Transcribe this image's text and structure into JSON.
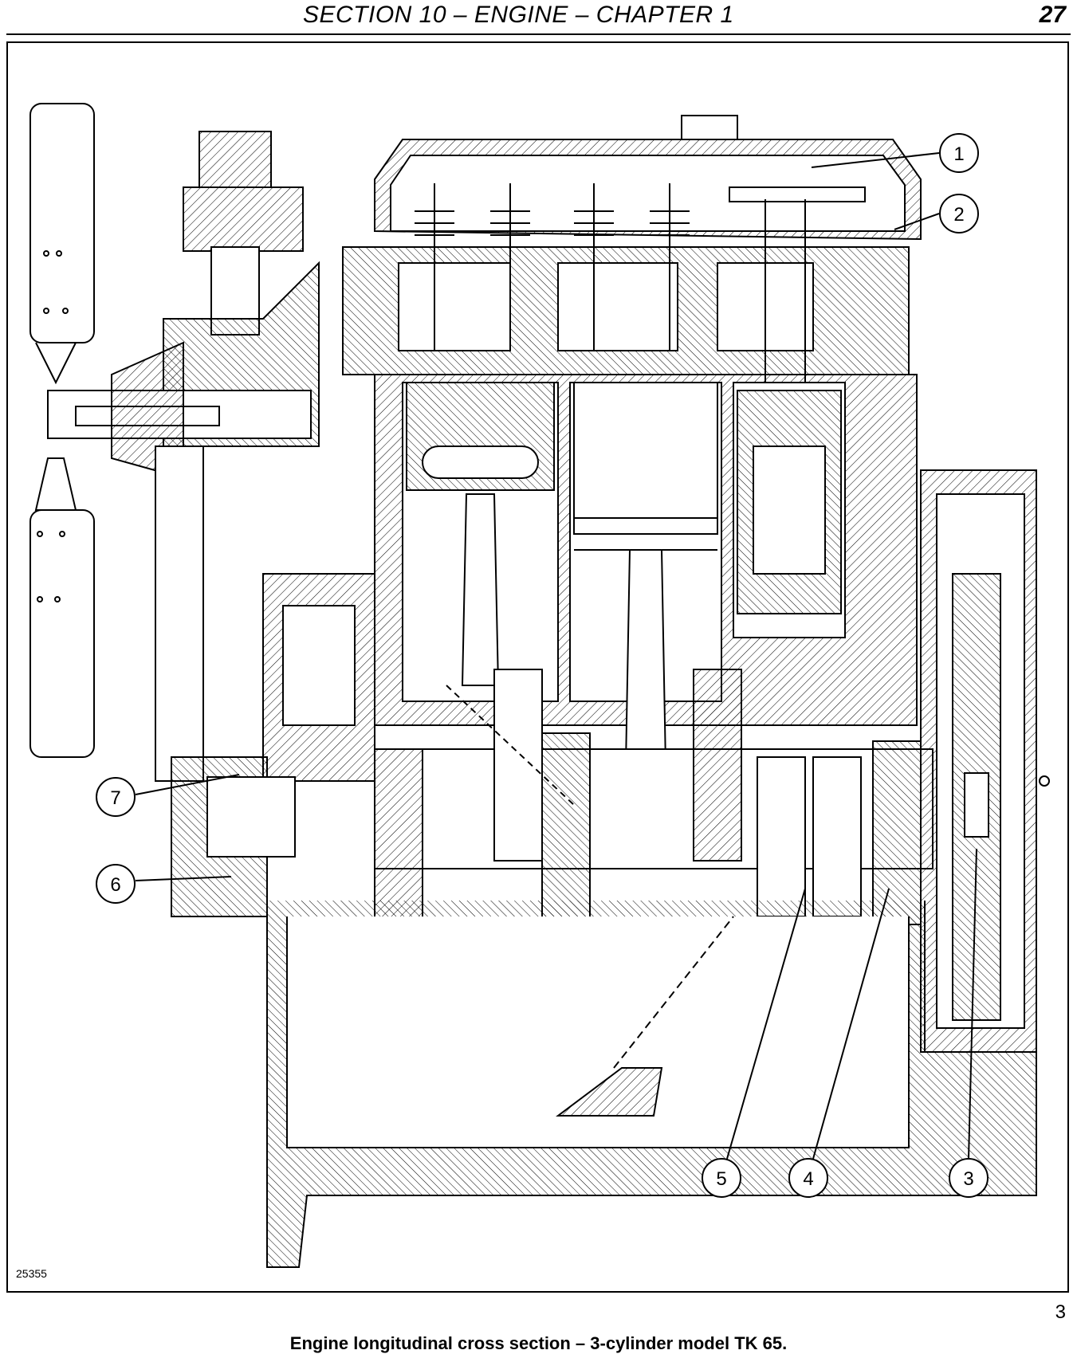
{
  "header": {
    "title": "SECTION 10 – ENGINE – CHAPTER 1",
    "page_number": "27"
  },
  "figure": {
    "id": "25355",
    "number": "3",
    "caption": "Engine longitudinal cross section – 3-cylinder model  TK 65.",
    "callouts": [
      "1",
      "2",
      "3",
      "4",
      "5",
      "6",
      "7"
    ]
  }
}
